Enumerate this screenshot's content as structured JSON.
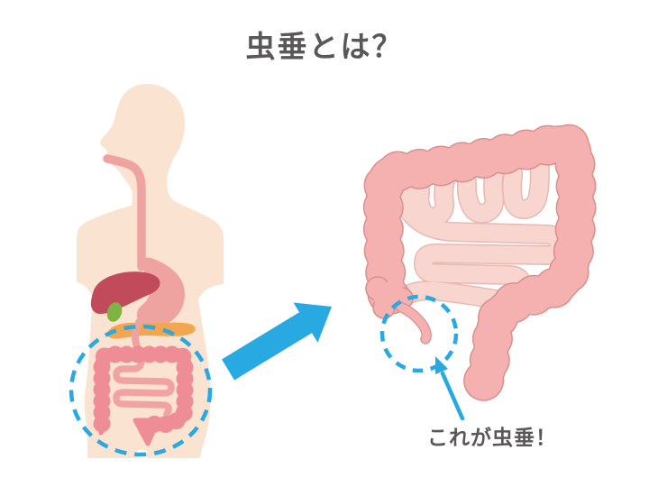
{
  "title": "虫垂とは？",
  "callout": {
    "label": "これが虫垂！"
  },
  "figures": {
    "left": "human-silhouette-with-digestive-organs",
    "right": "large-and-small-intestine-closeup"
  },
  "colors": {
    "text_gray": "#595757",
    "accent_blue": "#29A9E1",
    "skin": "#FBE3D1",
    "upper_gi_pink": "#EFA3A1",
    "liver_red": "#C24B5B",
    "gallbladder_green": "#7CB544",
    "pancreas_orange": "#F2A64F",
    "colon_pink_left": "#EE8D96",
    "small_intestine_left": "#F1A3A4",
    "colon_pink_right": "#F4B1AF",
    "colon_outline_right": "#D9918E",
    "small_intestine_right": "#F8D5CF",
    "small_intestine_outline_right": "#E6BAB2"
  }
}
